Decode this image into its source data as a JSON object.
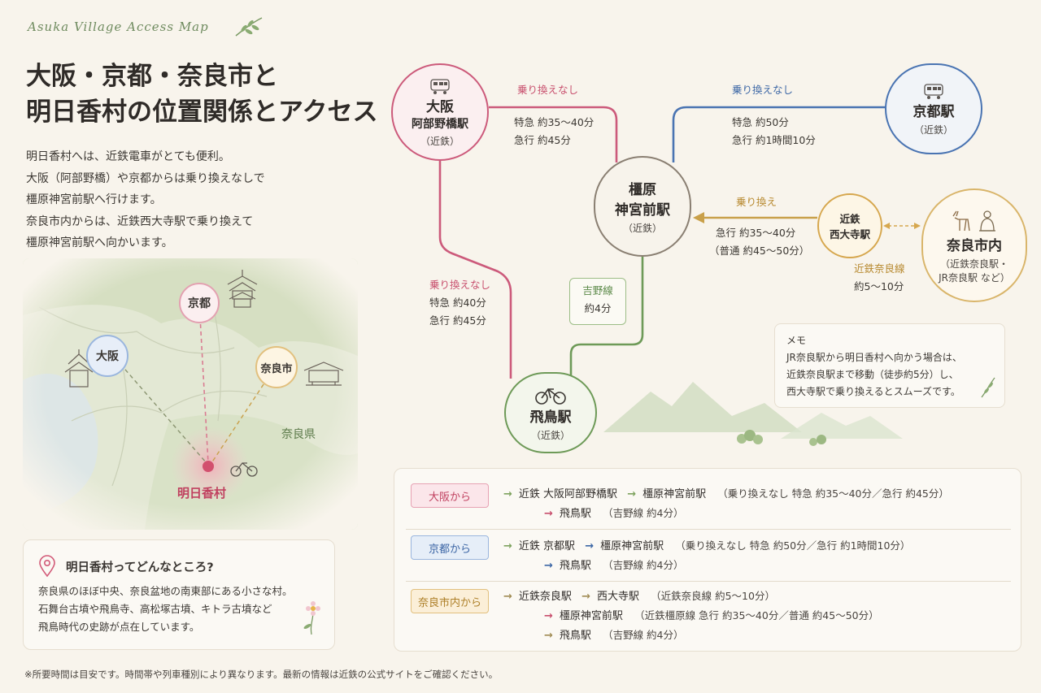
{
  "header": {
    "subtitle": "Asuka Village Access Map",
    "title_line1": "大阪・京都・奈良市と",
    "title_line2": "明日香村の位置関係とアクセス"
  },
  "intro": [
    "明日香村へは、近鉄電車がとても便利。",
    "大阪（阿部野橋）や京都からは乗り換えなしで",
    "橿原神宮前駅へ行けます。",
    "奈良市内からは、近鉄西大寺駅で乗り換えて",
    "橿原神宮前駅へ向かいます。"
  ],
  "region_map": {
    "kyoto": "京都",
    "osaka": "大阪",
    "nara_city": "奈良市",
    "nara_pref": "奈良県",
    "asuka": "明日香村"
  },
  "info_card": {
    "heading": "明日香村ってどんなところ?",
    "lines": [
      "奈良県のほぼ中央、奈良盆地の南東部にある小さな村。",
      "石舞台古墳や飛鳥寺、高松塚古墳、キトラ古墳など",
      "飛鳥時代の史跡が点在しています。"
    ]
  },
  "stations": {
    "osaka": {
      "line1": "大阪",
      "line2": "阿部野橋駅",
      "sub": "（近鉄）"
    },
    "kyoto": {
      "line1": "京都駅",
      "sub": "（近鉄）"
    },
    "kashihara": {
      "line1": "橿原",
      "line2": "神宮前駅",
      "sub": "（近鉄）"
    },
    "saidaiji": {
      "line1": "近鉄",
      "line2": "西大寺駅"
    },
    "nara_city": {
      "line1": "奈良市内",
      "sub1": "（近鉄奈良駅・",
      "sub2": "JR奈良駅 など）"
    },
    "asuka": {
      "line1": "飛鳥駅",
      "sub": "（近鉄）"
    }
  },
  "segments": {
    "osaka_kashihara": {
      "label": "乗り換えなし",
      "t1": "特急  約35〜40分",
      "t2": "急行  約45分"
    },
    "kyoto_kashihara": {
      "label": "乗り換えなし",
      "t1": "特急  約50分",
      "t2": "急行  約1時間10分"
    },
    "saidaiji_kashihara": {
      "label": "乗り換え",
      "t1": "急行  約35〜40分",
      "t2": "（普通  約45〜50分）"
    },
    "nara_saidaiji": {
      "label": "近鉄奈良線",
      "t1": "約5〜10分"
    },
    "osaka_asuka": {
      "label": "乗り換えなし",
      "t1": "特急  約40分",
      "t2": "急行  約45分"
    },
    "yoshino": {
      "label": "吉野線",
      "t1": "約4分"
    }
  },
  "memo": {
    "title": "メモ",
    "lines": [
      "JR奈良駅から明日香村へ向かう場合は、",
      "近鉄奈良駅まで移動（徒歩約5分）し、",
      "西大寺駅で乗り換えるとスムーズです。"
    ]
  },
  "routes": [
    {
      "tag": "大阪から",
      "l1_a": "近鉄  大阪阿部野橋駅",
      "l1_b": "橿原神宮前駅",
      "l1_note": "（乗り換えなし  特急  約35〜40分／急行  約45分）",
      "l2_a": "飛鳥駅",
      "l2_note": "（吉野線  約4分）"
    },
    {
      "tag": "京都から",
      "l1_a": "近鉄  京都駅",
      "l1_b": "橿原神宮前駅",
      "l1_note": "（乗り換えなし  特急  約50分／急行  約1時間10分）",
      "l2_a": "飛鳥駅",
      "l2_note": "（吉野線  約4分）"
    },
    {
      "tag": "奈良市内から",
      "l1_a": "近鉄奈良駅",
      "l1_b": "西大寺駅",
      "l1_note": "（近鉄奈良線  約5〜10分）",
      "l2_a": "橿原神宮前駅",
      "l2_note": "（近鉄橿原線  急行  約35〜40分／普通  約45〜50分）",
      "l3_a": "飛鳥駅",
      "l3_note": "（吉野線  約4分）"
    }
  ],
  "arrow": "→",
  "footnote": "※所要時間は目安です。時間帯や列車種別により異なります。最新の情報は近鉄の公式サイトをご確認ください。",
  "colors": {
    "osaka_line": "#cc5a7b",
    "kyoto_line": "#4a74b2",
    "nara_line": "#c9a04a",
    "yoshino_line": "#6e9a58"
  }
}
